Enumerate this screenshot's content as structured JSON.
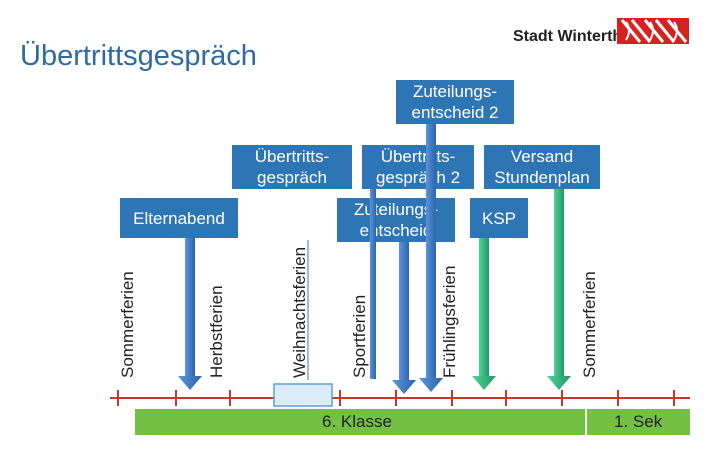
{
  "header": {
    "title": "Übertrittsgespräch",
    "logo_text": "Stadt Winterthur"
  },
  "boxes": {
    "zuteilung2": "Zuteilungs-\nentscheid 2",
    "uebertritt1": "Übertritts-\ngespräch",
    "uebertritt2": "Übertritts-\ngespräch 2",
    "versand": "Versand\nStundenplan",
    "elternabend": "Elternabend",
    "zuteilung1": "Zuteilungs-\nentscheid",
    "ksp": "KSP"
  },
  "holidays": {
    "sommer1": "Sommerferien",
    "herbst": "Herbstferien",
    "weihnacht": "Weihnachtsferien",
    "sport": "Sportferien",
    "fruehling": "Frühlingsferien",
    "sommer2": "Sommerferien"
  },
  "timeline": {
    "klasse6": "6. Klasse",
    "sek1": "1. Sek"
  },
  "colors": {
    "box_blue": "#2e75b6",
    "arrow_blue": "#3a78c9",
    "arrow_green": "#2db37a",
    "bar_green": "#74c043",
    "timeline_red": "#c0392b",
    "title_blue": "#2f6aa3",
    "logo_red": "#d6221e"
  }
}
